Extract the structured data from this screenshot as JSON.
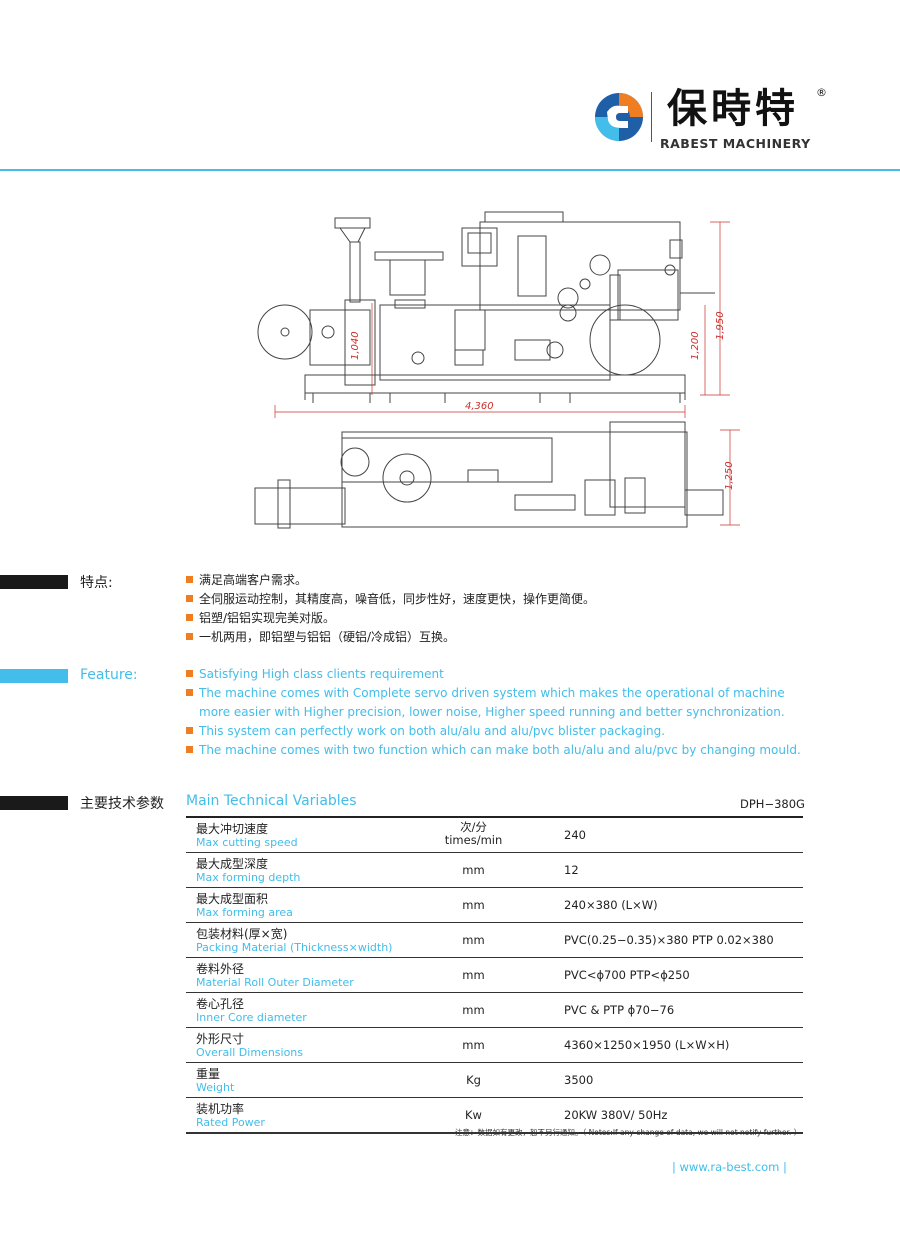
{
  "header": {
    "brand_cn": "保時特",
    "registered": "®",
    "brand_en": "RABEST MACHINERY",
    "accent_color": "#43bde9"
  },
  "drawing": {
    "dimensions": {
      "d1040": "1,040",
      "d1200": "1,200",
      "d1950": "1,950",
      "d4360": "4,360",
      "d1250": "1,250"
    }
  },
  "features_cn": {
    "title": "特点:",
    "items": [
      "满足高端客户需求。",
      "全伺服运动控制，其精度高，噪音低，同步性好，速度更快，操作更简便。",
      "铝塑/铝铝实现完美对版。",
      "一机两用，即铝塑与铝铝（硬铝/冷成铝）互换。"
    ]
  },
  "features_en": {
    "title": "Feature:",
    "items": [
      "Satisfying High class clients requirement",
      "The machine comes with Complete servo driven system which makes the operational of machine",
      "more easier with Higher precision, lower noise, Higher speed running and better synchronization.",
      "This system can perfectly work on both alu/alu and alu/pvc blister packaging.",
      "The machine comes with two function which can make both alu/alu and alu/pvc by changing mould."
    ]
  },
  "specs": {
    "title_cn": "主要技术参数",
    "title_en": "Main Technical Variables",
    "model": "DPH−380G",
    "rows": [
      {
        "cn": "最大冲切速度",
        "en": "Max cutting speed",
        "unit_cn": "次/分",
        "unit": "times/min",
        "value": "240"
      },
      {
        "cn": "最大成型深度",
        "en": "Max forming depth",
        "unit": "mm",
        "value": "12"
      },
      {
        "cn": "最大成型面积",
        "en": "Max forming area",
        "unit": "mm",
        "value": "240×380 (L×W)"
      },
      {
        "cn": "包装材料(厚×宽)",
        "en": "Packing Material (Thickness×width)",
        "unit": "mm",
        "value": "PVC(0.25−0.35)×380   PTP 0.02×380"
      },
      {
        "cn": "卷料外径",
        "en": "Material Roll Outer Diameter",
        "unit": "mm",
        "value": "PVC<ϕ700  PTP<ϕ250"
      },
      {
        "cn": "卷心孔径",
        "en": "Inner Core diameter",
        "unit": "mm",
        "value": "PVC & PTP  ϕ70−76"
      },
      {
        "cn": "外形尺寸",
        "en": "Overall Dimensions",
        "unit": "mm",
        "value": "4360×1250×1950 (L×W×H)"
      },
      {
        "cn": "重量",
        "en": "Weight",
        "unit": "Kg",
        "value": "3500"
      },
      {
        "cn": "装机功率",
        "en": "Rated Power",
        "unit": "Kw",
        "value": "20KW  380V/ 50Hz"
      }
    ],
    "note": "注意：数据如有更改，恕不另行通知。（ Notes:If any change of data, we will not notify further. ）"
  },
  "footer": {
    "website": "| www.ra-best.com |"
  }
}
